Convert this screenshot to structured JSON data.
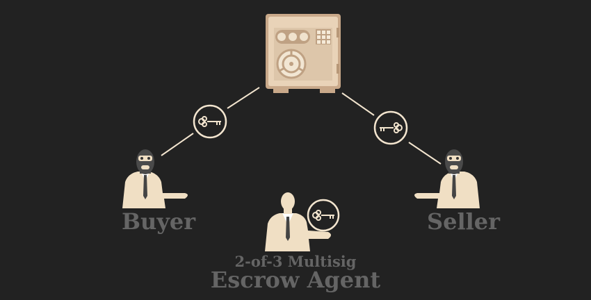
{
  "labels": {
    "buyer": "Buyer",
    "seller": "Seller",
    "escrow_subtitle": "2-of-3 Multisig",
    "escrow_title": "Escrow Agent"
  },
  "colors": {
    "background": "#222222",
    "figure": "#f0dfc4",
    "safe_body": "#e9d3b8",
    "safe_trim": "#c9a98a",
    "line": "#f3e5cf",
    "text": "#656565",
    "mask": "#4a4a4a"
  },
  "icons": [
    "safe-icon",
    "key-icon",
    "masked-person-icon",
    "businessman-icon"
  ]
}
